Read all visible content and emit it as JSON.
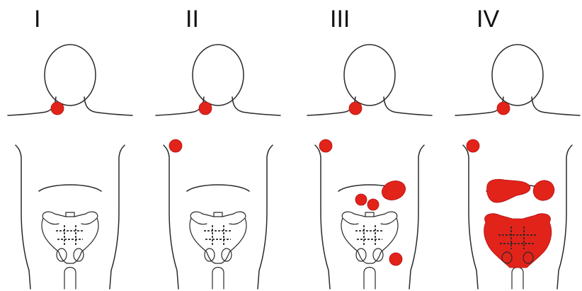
{
  "stages": [
    {
      "label": "I",
      "involved": [
        "neck-node"
      ]
    },
    {
      "label": "II",
      "involved": [
        "neck-node",
        "axillary-node"
      ]
    },
    {
      "label": "III",
      "involved": [
        "neck-node",
        "axillary-node",
        "spleen",
        "abdominal-nodes",
        "inguinal-node"
      ]
    },
    {
      "label": "IV",
      "involved": [
        "neck-node",
        "axillary-node",
        "liver",
        "spleen",
        "bone-marrow"
      ]
    }
  ],
  "colors": {
    "lesion": "#e2231a",
    "outline": "#2a2a2a",
    "background": "#ffffff"
  }
}
